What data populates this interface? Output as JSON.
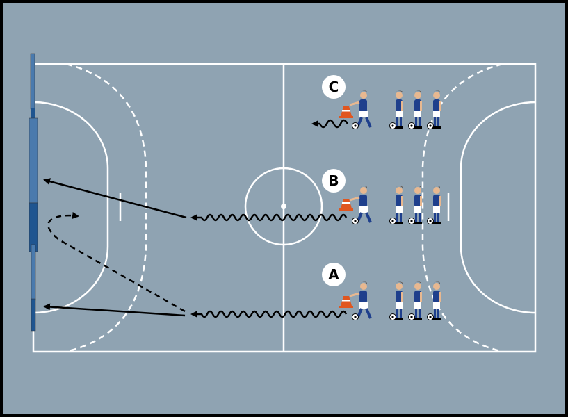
{
  "diagram": {
    "colors": {
      "court": "#8fa3b2",
      "lines": "#ffffff",
      "goal_light": "#4a7aad",
      "goal_dark": "#1f5590",
      "shirt": "#1e3f8c",
      "cone": "#e0561f"
    },
    "groups": [
      {
        "label": "C",
        "action": "short-dribble"
      },
      {
        "label": "B",
        "action": "dribble-and-shoot"
      },
      {
        "label": "A",
        "action": "dribble-and-shoot-with-run"
      }
    ]
  }
}
